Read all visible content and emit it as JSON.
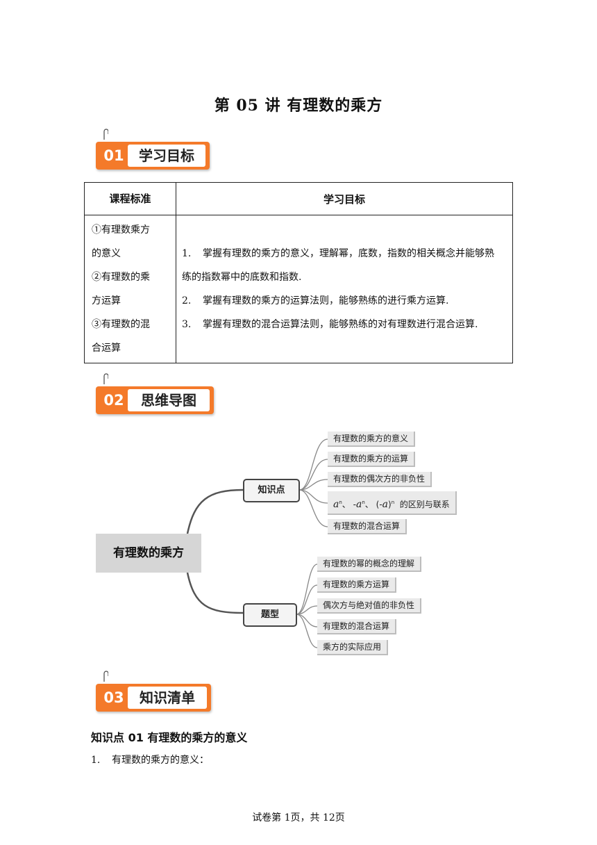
{
  "title": "第 05 讲  有理数的乘方",
  "sections": [
    {
      "number": "01",
      "label": "学习目标"
    },
    {
      "number": "02",
      "label": "思维导图"
    },
    {
      "number": "03",
      "label": "知识清单"
    }
  ],
  "table": {
    "headers": [
      "课程标准",
      "学习目标"
    ],
    "standards": [
      "①有理数乘方",
      "的意义",
      "②有理数的乘",
      "方运算",
      "③有理数的混",
      "合运算"
    ],
    "goals": [
      {
        "index": "1.",
        "text": "掌握有理数的乘方的意义，理解幂，底数，指数的相关概念并能够熟",
        "cont": "练的指数幂中的底数和指数."
      },
      {
        "index": "2.",
        "text": "掌握有理数的乘方的运算法则，能够熟练的进行乘方运算."
      },
      {
        "index": "3.",
        "text": "掌握有理数的混合运算法则，能够熟练的对有理数进行混合运算."
      }
    ]
  },
  "mindmap": {
    "root": "有理数的乘方",
    "branches": [
      {
        "label": "知识点",
        "leaves": [
          "有理数的乘方的意义",
          "有理数的乘方的运算",
          "有理数的偶次方的非负性",
          "的区别与联系",
          "有理数的混合运算"
        ]
      },
      {
        "label": "题型",
        "leaves": [
          "有理数的幂的概念的理解",
          "有理数的乘方运算",
          "偶次方与绝对值的非负性",
          "有理数的混合运算",
          "乘方的实际应用"
        ]
      }
    ],
    "formula": {
      "a": "a",
      "n": "n",
      "sep": "、",
      "neg": "-",
      "open": "(",
      "close": ")"
    }
  },
  "knowledge": {
    "heading": "知识点 01  有理数的乘方的意义",
    "item_index": "1.",
    "item_text": "有理数的乘方的意义："
  },
  "footer": "试卷第 1页，共 12页"
}
